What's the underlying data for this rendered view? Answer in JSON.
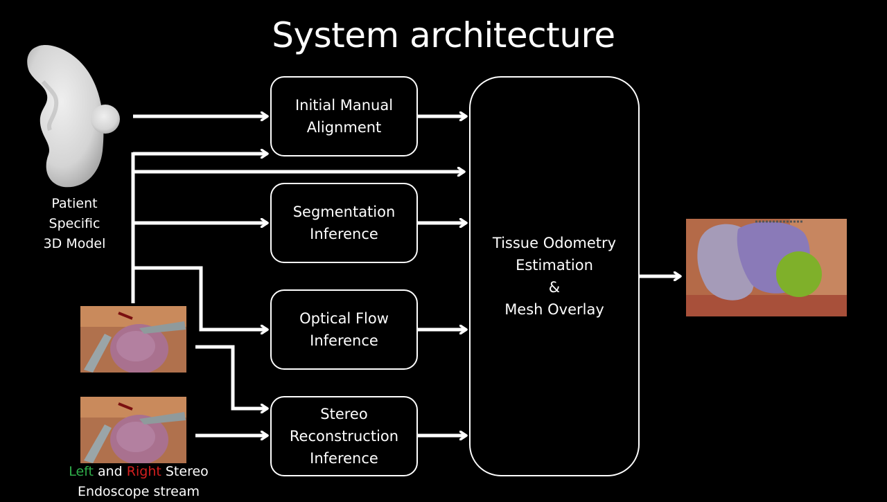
{
  "title": "System architecture",
  "inputs": {
    "model": {
      "caption": "Patient\nSpecific\n3D Model",
      "icon": "kidney-3d-model"
    },
    "stereo": {
      "caption_left": "Left",
      "caption_and": " and ",
      "caption_right": "Right",
      "caption_rest": " Stereo",
      "caption_line2": "Endoscope stream",
      "left_color": "#2fae4a",
      "right_color": "#d41f1f"
    }
  },
  "modules": [
    {
      "id": "alignment",
      "label": "Initial Manual\nAlignment"
    },
    {
      "id": "segmentation",
      "label": "Segmentation\nInference"
    },
    {
      "id": "optical-flow",
      "label": "Optical Flow\nInference"
    },
    {
      "id": "stereo",
      "label": "Stereo\nReconstruction\nInference"
    }
  ],
  "core": {
    "label": "Tissue Odometry\nEstimation\n&\nMesh Overlay"
  },
  "output": {
    "description": "Endoscope frame with overlaid kidney mesh (purple) and tumor (green)"
  },
  "colors": {
    "background": "#000000",
    "foreground": "#ffffff",
    "mesh": "#8a7ab8",
    "tumor": "#7fb02a"
  }
}
